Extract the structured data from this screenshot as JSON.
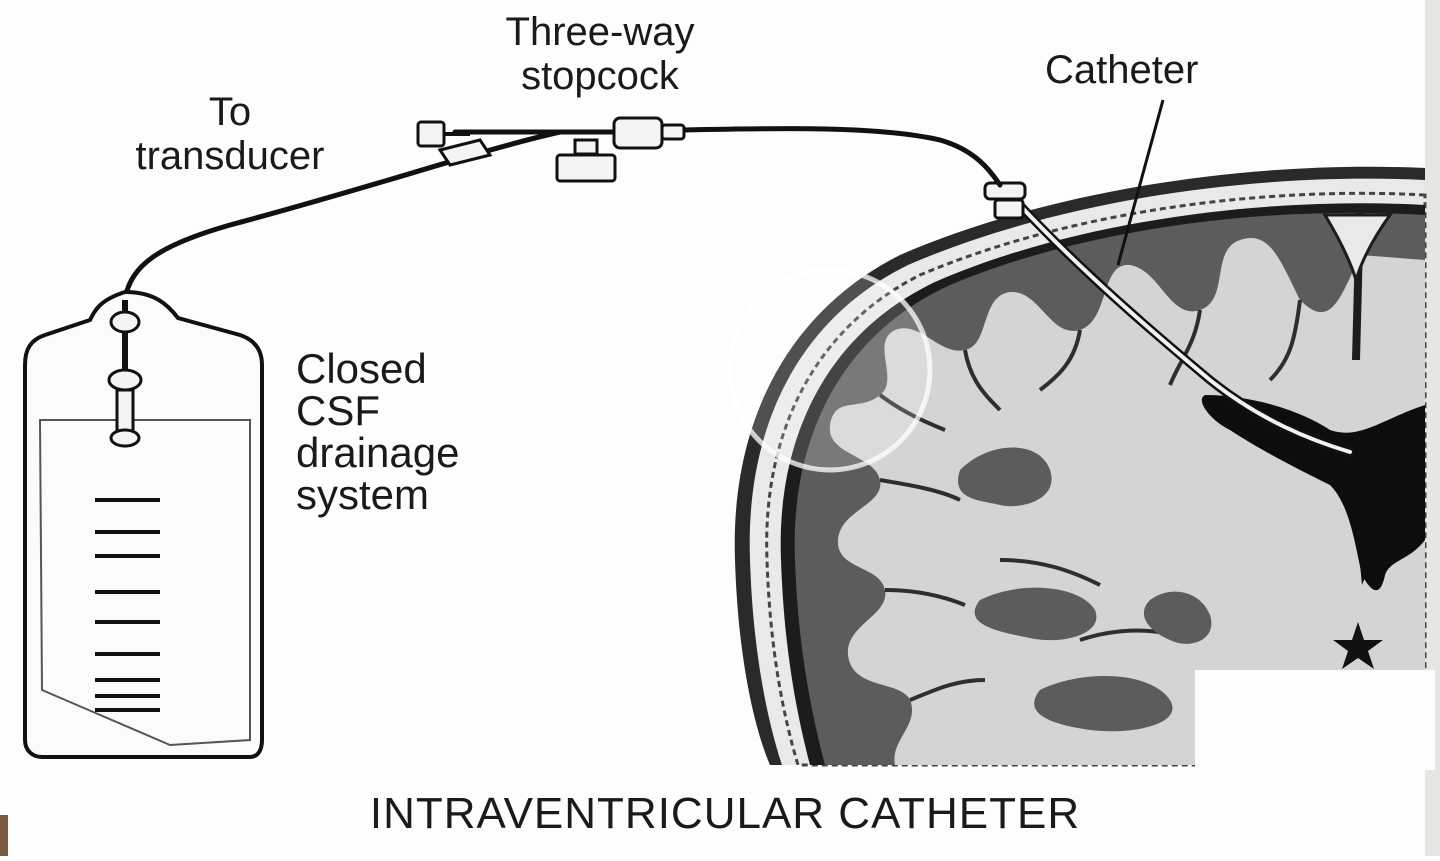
{
  "labels": {
    "three_way_line1": "Three-way",
    "three_way_line2": "stopcock",
    "to_line1": "To",
    "to_line2": "transducer",
    "catheter": "Catheter",
    "closed_line1": "Closed",
    "closed_line2": "CSF",
    "closed_line3": "drainage",
    "closed_line4": "system",
    "title": "INTRAVENTRICULAR CATHETER"
  },
  "colors": {
    "background": "#fdfdfd",
    "line": "#1a1a1a",
    "cortex": "#5a5a5a",
    "white_matter": "#d6d6d6",
    "ventricle": "#0e0e0e",
    "skull": "#222222"
  },
  "icons": [
    "star-icon"
  ]
}
